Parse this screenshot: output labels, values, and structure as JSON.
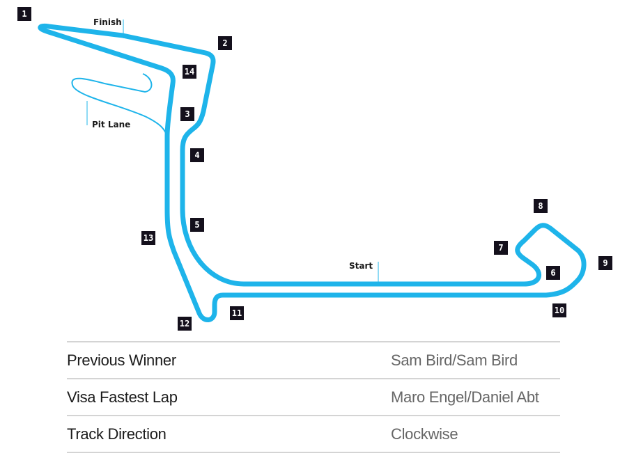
{
  "track_map": {
    "track_color": "#1eb4ea",
    "pit_lane_color": "#1eb4ea",
    "marker_color": "#14101c",
    "labels": {
      "finish": "Finish",
      "pit_lane": "Pit Lane",
      "start": "Start"
    },
    "turns": [
      "1",
      "2",
      "3",
      "4",
      "5",
      "6",
      "7",
      "8",
      "9",
      "10",
      "11",
      "12",
      "13",
      "14"
    ]
  },
  "info": {
    "rows": [
      {
        "key": "Previous Winner",
        "value": "Sam Bird/Sam Bird"
      },
      {
        "key": "Visa Fastest Lap",
        "value": "Maro Engel/Daniel Abt"
      },
      {
        "key": "Track Direction",
        "value": "Clockwise"
      }
    ]
  }
}
